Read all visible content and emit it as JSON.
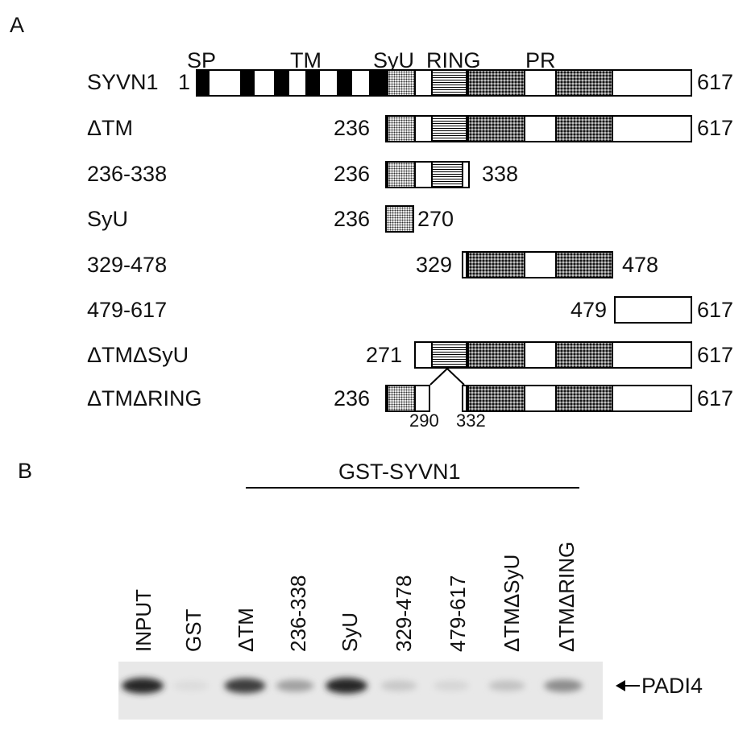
{
  "panel_a": {
    "label": "A",
    "domains": [
      "SP",
      "TM",
      "SyU",
      "RING",
      "PR"
    ],
    "constructs": [
      {
        "name": "SYVN1",
        "start": "1",
        "end": "617"
      },
      {
        "name": "ΔTM",
        "start": "236",
        "end": "617"
      },
      {
        "name": "236-338",
        "start": "236",
        "end": "338"
      },
      {
        "name": "SyU",
        "start": "236",
        "end": "270"
      },
      {
        "name": "329-478",
        "start": "329",
        "end": "478"
      },
      {
        "name": "479-617",
        "start": "479",
        "end": "617"
      },
      {
        "name": "ΔTMΔSyU",
        "start": "271",
        "end": "617"
      },
      {
        "name": "ΔTMΔRING",
        "start": "236",
        "end": "617",
        "gap_start": "290",
        "gap_end": "332"
      }
    ]
  },
  "panel_b": {
    "label": "B",
    "group_label": "GST-SYVN1",
    "lanes": [
      "INPUT",
      "GST",
      "ΔTM",
      "236-338",
      "SyU",
      "329-478",
      "479-617",
      "ΔTMΔSyU",
      "ΔTMΔRING"
    ],
    "band_label": "PADI4",
    "band_intensity": [
      0.95,
      0.05,
      0.85,
      0.35,
      0.95,
      0.15,
      0.08,
      0.18,
      0.45
    ]
  }
}
